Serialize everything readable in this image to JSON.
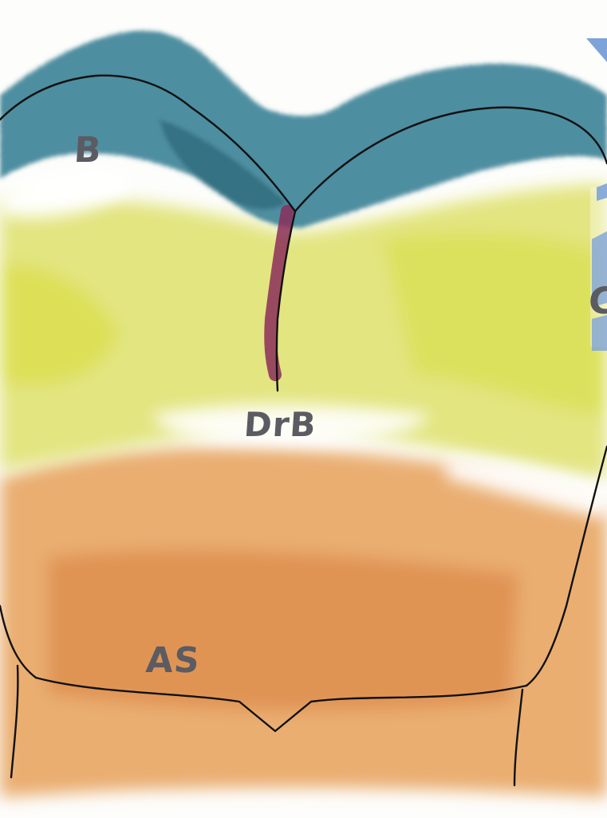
{
  "labels": {
    "b": "B",
    "drb": "DrB",
    "as": "AS",
    "partial_right": "C"
  },
  "colors": {
    "blue": "#2f7a8f",
    "yellow_green": "#dfe36a",
    "orange": "#e59a55",
    "magenta": "#8b2e5a",
    "ink": "#111111",
    "label": "#5b5b62",
    "edge_accent": "#7ea3d8"
  }
}
